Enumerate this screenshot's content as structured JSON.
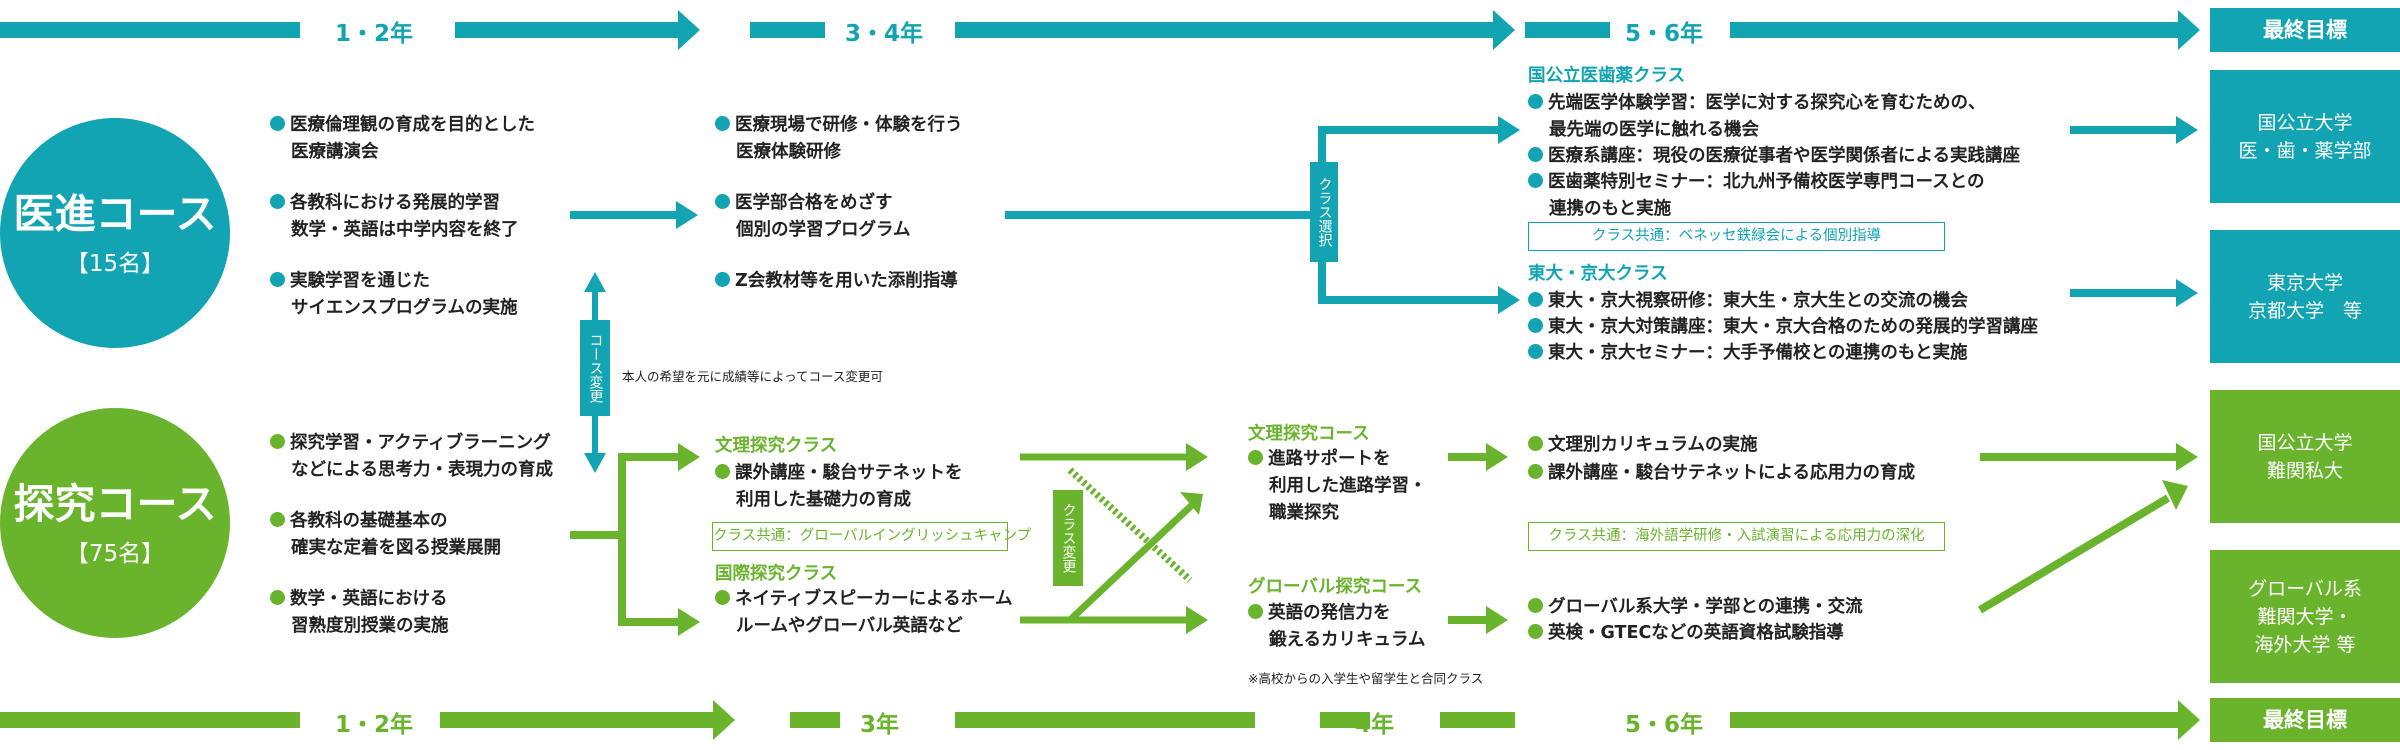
{
  "top_timeline": {
    "y1": "1・2年",
    "y2": "3・4年",
    "y3": "5・6年",
    "goal": "最終目標"
  },
  "bottom_timeline": {
    "y1": "1・2年",
    "y2": "3年",
    "y3": "4年",
    "y4": "5・6年",
    "goal": "最終目標"
  },
  "medical": {
    "name": "医進コース",
    "count": "【15名】",
    "stage1": [
      {
        "l1": "医療倫理観の育成を目的とした",
        "l2": "医療講演会"
      },
      {
        "l1": "各教科における発展的学習",
        "l2": "数学・英語は中学内容を終了"
      },
      {
        "l1": "実験学習を通じた",
        "l2": "サイエンスプログラムの実施"
      }
    ],
    "stage2": [
      {
        "l1": "医療現場で研修・体験を行う",
        "l2": "医療体験研修"
      },
      {
        "l1": "医学部合格をめざす",
        "l2": "個別の学習プログラム"
      },
      {
        "l1": "Z会教材等を用いた添削指導",
        "l2": ""
      }
    ],
    "class_select": "クラス選択",
    "class_a": {
      "title": "国公立医歯薬クラス",
      "items": [
        {
          "l1": "先端医学体験学習：医学に対する探究心を育むための、",
          "l2": "最先端の医学に触れる機会"
        },
        {
          "l1": "医療系講座：現役の医療従事者や医学関係者による実践講座",
          "l2": ""
        },
        {
          "l1": "医歯薬特別セミナー：北九州予備校医学専門コースとの",
          "l2": "連携のもと実施"
        }
      ]
    },
    "common": "クラス共通：ベネッセ鉄緑会による個別指導",
    "class_b": {
      "title": "東大・京大クラス",
      "items": [
        {
          "l1": "東大・京大視察研修：東大生・京大生との交流の機会",
          "l2": ""
        },
        {
          "l1": "東大・京大対策講座：東大・京大合格のための発展的学習講座",
          "l2": ""
        },
        {
          "l1": "東大・京大セミナー：大手予備校との連携のもと実施",
          "l2": ""
        }
      ]
    },
    "goal_a": [
      "国公立大学",
      "医・歯・薬学部"
    ],
    "goal_b": [
      "東京大学",
      "京都大学　等"
    ]
  },
  "course_change": {
    "label": "コース変更",
    "note": "本人の希望を元に成績等によってコース変更可"
  },
  "inquiry": {
    "name": "探究コース",
    "count": "【75名】",
    "stage1": [
      {
        "l1": "探究学習・アクティブラーニング",
        "l2": "などによる思考力・表現力の育成"
      },
      {
        "l1": "各教科の基礎基本の",
        "l2": "確実な定着を図る授業展開"
      },
      {
        "l1": "数学・英語における",
        "l2": "習熟度別授業の実施"
      }
    ],
    "class_a": {
      "title": "文理探究クラス",
      "items": [
        {
          "l1": "課外講座・駿台サテネットを",
          "l2": "利用した基礎力の育成"
        }
      ]
    },
    "common3": "クラス共通：グローバルイングリッシュキャンプ",
    "class_b": {
      "title": "国際探究クラス",
      "items": [
        {
          "l1": "ネイティブスピーカーによるホーム",
          "l2": "ルームやグローバル英語など"
        }
      ]
    },
    "class_change": "クラス変更",
    "course_a": {
      "title": "文理探究コース",
      "items": [
        {
          "l1": "進路サポートを",
          "l2": "利用した進路学習・",
          "l3": "職業探究"
        }
      ]
    },
    "course_b": {
      "title": "グローバル探究コース",
      "items": [
        {
          "l1": "英語の発信力を",
          "l2": "鍛えるカリキュラム"
        }
      ],
      "note": "※高校からの入学生や留学生と合同クラス"
    },
    "stage56_a": [
      {
        "l1": "文理別カリキュラムの実施",
        "l2": ""
      },
      {
        "l1": "課外講座・駿台サテネットによる応用力の育成",
        "l2": ""
      }
    ],
    "common56": "クラス共通：海外語学研修・入試演習による応用力の深化",
    "stage56_b": [
      {
        "l1": "グローバル系大学・学部との連携・交流",
        "l2": ""
      },
      {
        "l1": "英検・GTECなどの英語資格試験指導",
        "l2": ""
      }
    ],
    "goal_a": [
      "国公立大学",
      "難関私大"
    ],
    "goal_b": [
      "グローバル系",
      "難関大学・",
      "海外大学 等"
    ]
  },
  "colors": {
    "teal": "#12a4b2",
    "green": "#6ab42d"
  }
}
